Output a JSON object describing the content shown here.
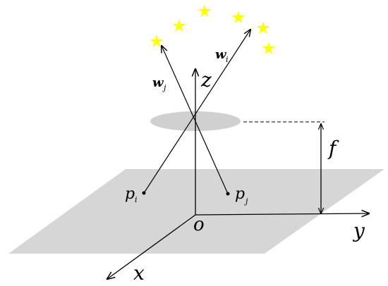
{
  "labels": {
    "z_axis": "z",
    "x_axis": "x",
    "y_axis": "y",
    "origin": "o",
    "focal": "f",
    "wi_main": "w",
    "wi_sub": "i",
    "wj_main": "w",
    "wj_sub": "j",
    "pi_main": "p",
    "pi_sub": "i",
    "pj_main": "p",
    "pj_sub": "j"
  },
  "colors": {
    "plane": "#d6d6d6",
    "lens": "#d0d0d0",
    "star": "#ffff00",
    "line": "#000000"
  },
  "icons": {
    "star": "star-icon"
  }
}
